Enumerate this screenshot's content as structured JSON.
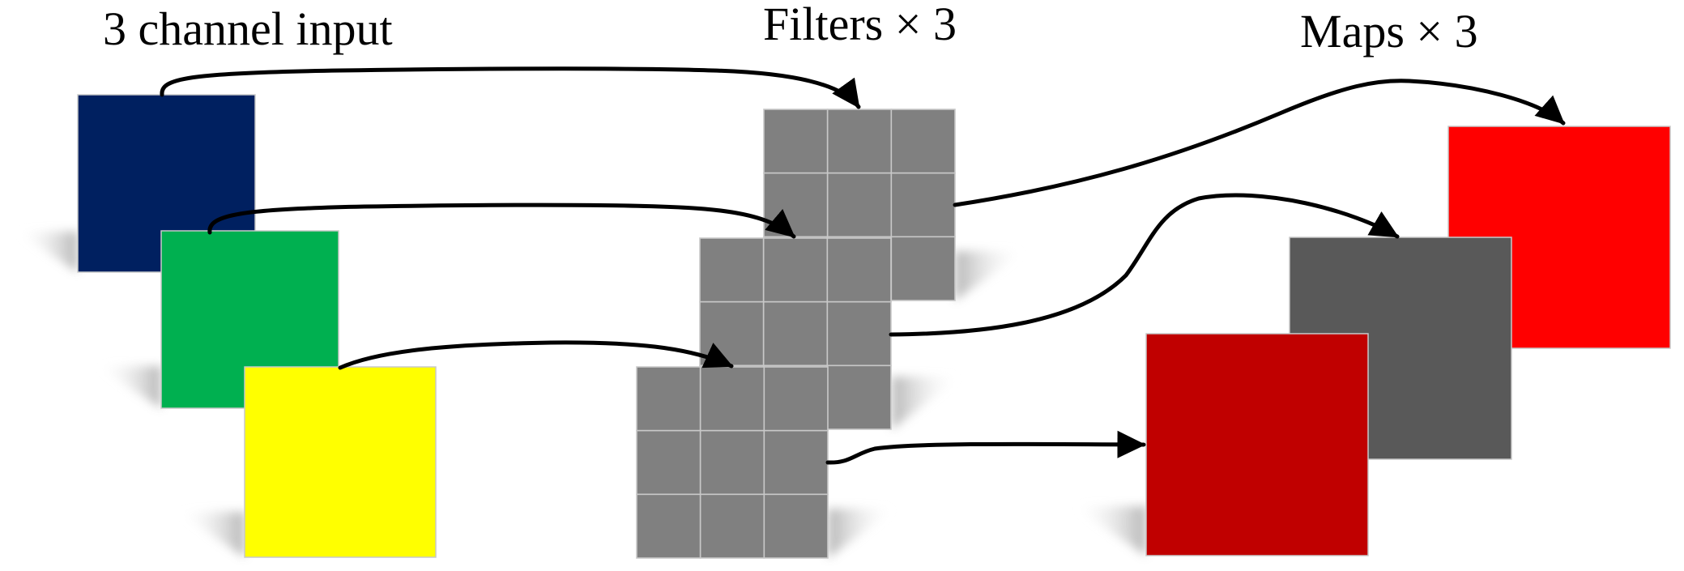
{
  "labels": {
    "input": "3 channel input",
    "filters": "Filters × 3",
    "maps": "Maps × 3"
  },
  "input_channels": [
    {
      "name": "channel-1",
      "color": "#002060"
    },
    {
      "name": "channel-2",
      "color": "#00B050"
    },
    {
      "name": "channel-3",
      "color": "#FFFF00"
    }
  ],
  "filters": {
    "count": 3,
    "grid_rows": 3,
    "grid_cols": 3,
    "cell_color": "#808080",
    "line_color": "#C8C8C8"
  },
  "maps": [
    {
      "name": "map-1",
      "color": "#FF0000"
    },
    {
      "name": "map-2",
      "color": "#595959"
    },
    {
      "name": "map-3",
      "color": "#C00000"
    }
  ],
  "connections": [
    {
      "from": "channel-1",
      "to": "filter-1"
    },
    {
      "from": "channel-2",
      "to": "filter-2"
    },
    {
      "from": "channel-3",
      "to": "filter-3"
    },
    {
      "from": "filter-1",
      "to": "map-1"
    },
    {
      "from": "filter-2",
      "to": "map-2"
    },
    {
      "from": "filter-3",
      "to": "map-3"
    }
  ]
}
